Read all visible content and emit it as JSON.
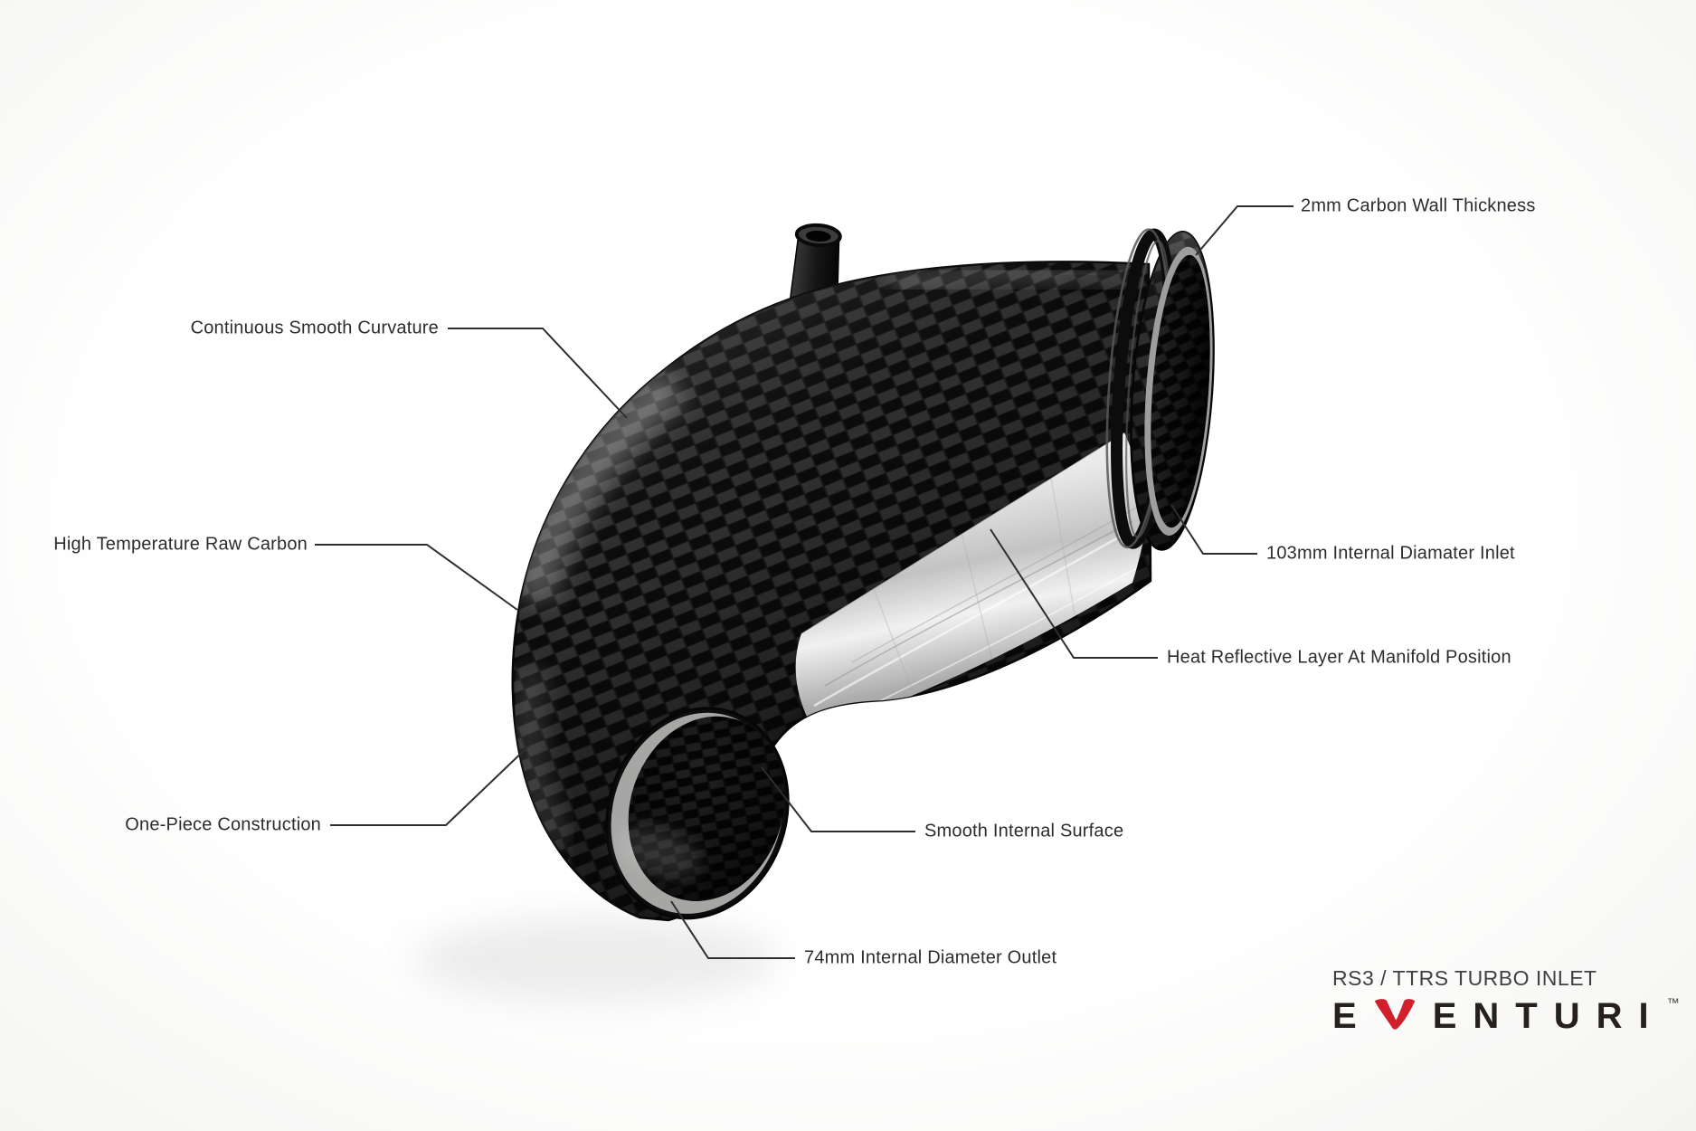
{
  "callouts": {
    "wall_thickness": "2mm Carbon Wall Thickness",
    "curvature": "Continuous Smooth Curvature",
    "raw_carbon": "High Temperature Raw Carbon",
    "inlet": "103mm Internal Diamater Inlet",
    "heat_layer": "Heat Reflective Layer At Manifold Position",
    "one_piece": "One-Piece Construction",
    "smooth_surface": "Smooth Internal Surface",
    "outlet": "74mm Internal Diameter Outlet"
  },
  "branding": {
    "model_line": "RS3 / TTRS TURBO INLET",
    "brand_first_letter": "E",
    "brand_v_letter": "V",
    "brand_rest_letters": "ENTURI",
    "trademark": "™",
    "colors": {
      "logo_red": "#cf202b",
      "logo_dark": "#26211f",
      "label_text": "#2c2c2c",
      "leader_line": "#2e2e2e"
    }
  }
}
